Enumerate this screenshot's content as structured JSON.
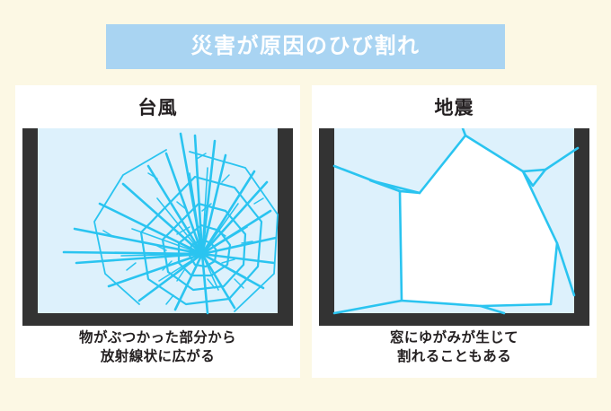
{
  "page": {
    "background_color": "#fcf8e4"
  },
  "banner": {
    "title": "災害が原因のひび割れ",
    "background_color": "#a9d4f2",
    "text_color": "#ffffff"
  },
  "colors": {
    "glass": "#ddf1fc",
    "crack": "#2ac4f0",
    "frame": "#333333",
    "card_background": "#ffffff",
    "shard": "#ffffff"
  },
  "cards": [
    {
      "heading": "台風",
      "illustration": "typhoon-broken-window",
      "illustration_description": "radial-impact-crack",
      "caption_lines": [
        "物がぶつかった部分から",
        "放射線状に広がる"
      ]
    },
    {
      "heading": "地震",
      "illustration": "earthquake-broken-window",
      "illustration_description": "large-polygon-shard-cracks",
      "caption_lines": [
        "窓にゆがみが生じて",
        "割れることもある"
      ]
    }
  ]
}
